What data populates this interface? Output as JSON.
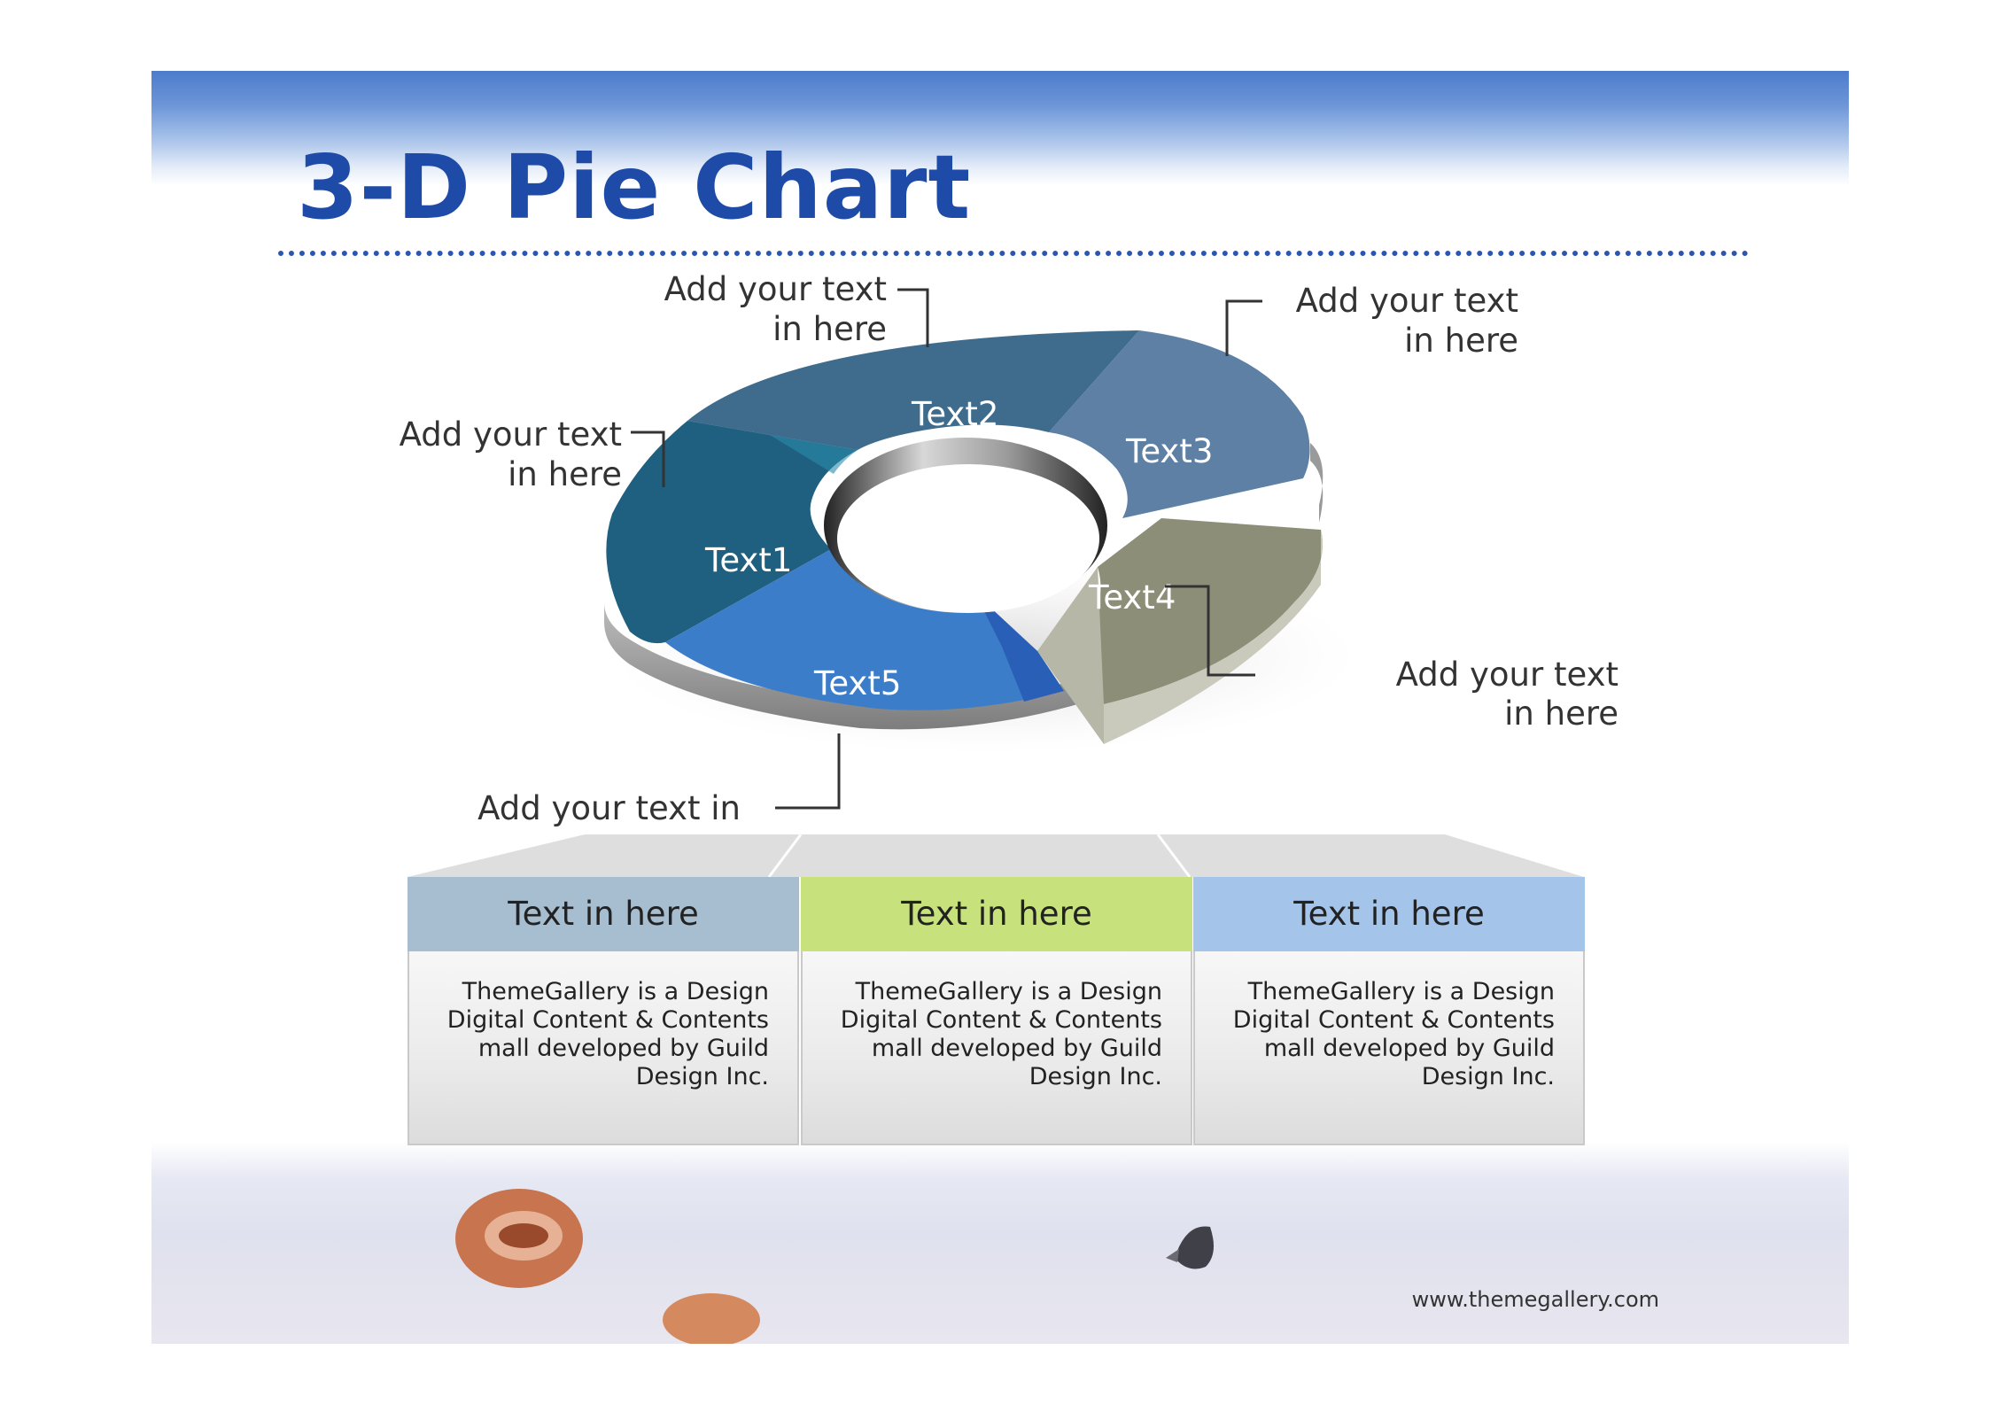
{
  "title": "3-D Pie Chart",
  "segments": [
    {
      "label": "Text1",
      "color": "#1f6f8f"
    },
    {
      "label": "Text2",
      "color": "#3c6b8a"
    },
    {
      "label": "Text3",
      "color": "#5f82a6"
    },
    {
      "label": "Text4",
      "color": "#8a8c78"
    },
    {
      "label": "Text5",
      "color": "#3a7bc7"
    }
  ],
  "callouts": [
    {
      "line1": "Add your text",
      "line2": "in here"
    },
    {
      "line1": "Add your text",
      "line2": "in here"
    },
    {
      "line1": "Add your text",
      "line2": "in here"
    },
    {
      "line1": "Add your text",
      "line2": "in here"
    },
    {
      "line1": "Add your text in"
    }
  ],
  "panels": [
    {
      "heading": "Text in here",
      "body": "ThemeGallery is a Design Digital Content & Contents mall developed by Guild Design Inc.",
      "color": "#a7bdd0"
    },
    {
      "heading": "Text in here",
      "body": "ThemeGallery is a Design Digital Content & Contents mall developed by Guild Design Inc.",
      "color": "#c7e27c"
    },
    {
      "heading": "Text in here",
      "body": "ThemeGallery is a Design Digital Content & Contents mall developed by Guild Design Inc.",
      "color": "#a4c4ea"
    }
  ],
  "footer": {
    "url": "www.themegallery.com"
  }
}
